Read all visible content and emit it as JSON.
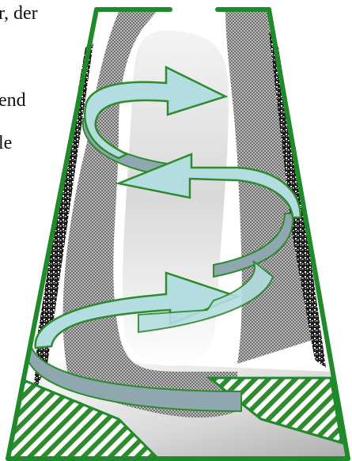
{
  "text_fragments": [
    "r, der",
    "end",
    "le"
  ],
  "colors": {
    "frame": "#1f8a2a",
    "swirl_fill": "#b3dde0",
    "swirl_outline": "#2e8b2e",
    "swirl_shadow": "#8fa8b0",
    "inner_dark": "#8a8a8a",
    "wall_texture": "#1a1a1a",
    "hatch": "#2e8b2e"
  },
  "icons": [
    "cyclone-diagram",
    "swirl-arrow-icon"
  ]
}
